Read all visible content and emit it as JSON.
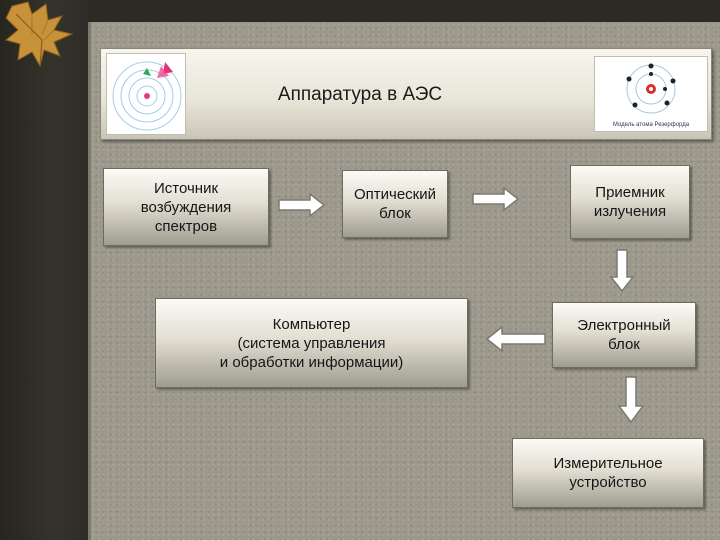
{
  "title": "Аппаратура в АЭС",
  "atom_caption": "Модель атома Резерфорда",
  "blocks": {
    "source": "Источник\nвозбуждения\nспектров",
    "optical": "Оптический\nблок",
    "receiver": "Приемник\nизлучения",
    "electronic": "Электронный\nблок",
    "computer": "Компьютер\n(система управления\nи обработки информации)",
    "measuring": "Измерительное\nустройство"
  },
  "colors": {
    "panel": "#9c998c",
    "box_top": "#fbfaf5",
    "box_bottom": "#9f9c90",
    "leaf": "#c8923a"
  }
}
